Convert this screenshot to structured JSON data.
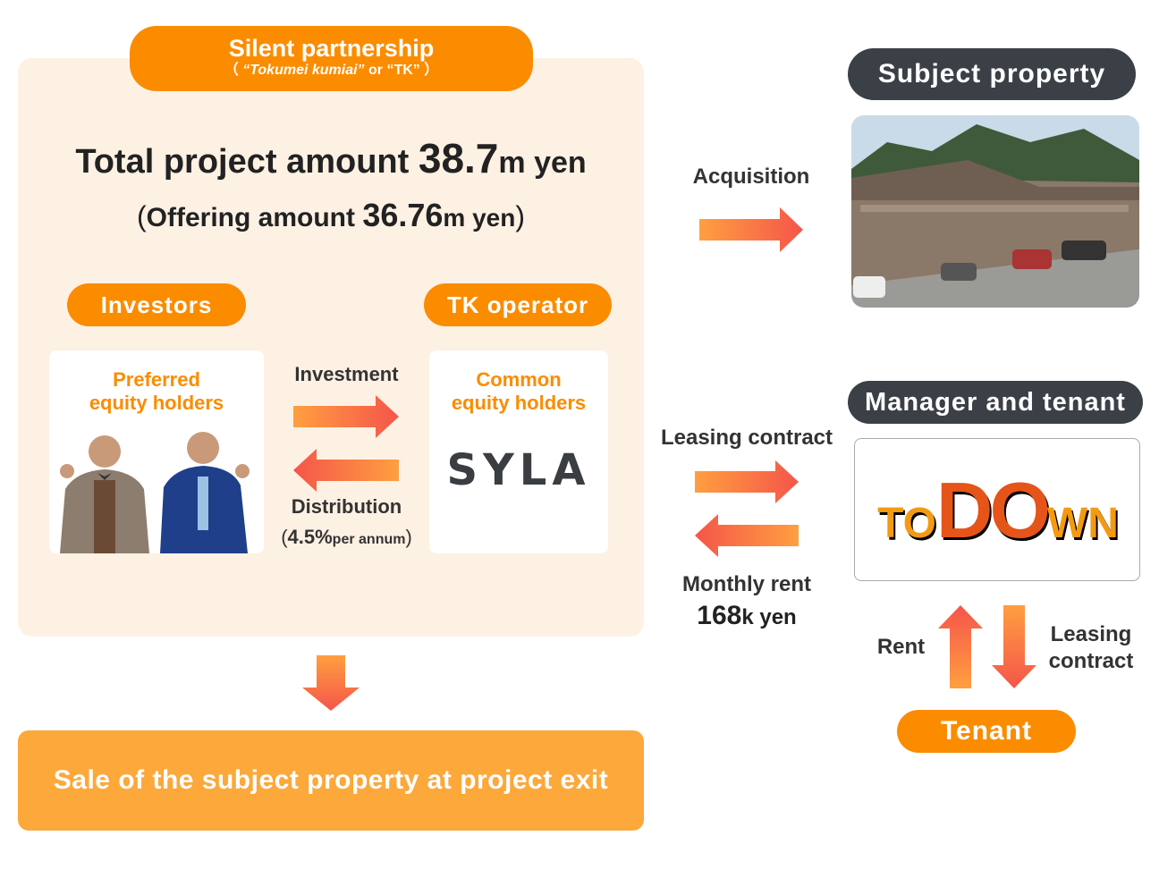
{
  "tk": {
    "title": "Silent partnership",
    "subtitle_open": "（ ",
    "subtitle_italic": "“Tokumei kumiai”",
    "subtitle_rest": " or “TK” ）"
  },
  "total": {
    "label": "Total project amount ",
    "value": "38.7",
    "unit": "m yen"
  },
  "offering": {
    "open": "(",
    "label": "Offering amount ",
    "value": "36.76",
    "unit": "m yen",
    "close": ")"
  },
  "investors": {
    "pill": "Investors",
    "box_title_1": "Preferred",
    "box_title_2": "equity holders"
  },
  "operator": {
    "pill": "TK operator",
    "box_title_1": "Common",
    "box_title_2": "equity holders",
    "logo": "SYLA"
  },
  "flows": {
    "investment": "Investment",
    "distribution": "Distribution",
    "rate_open": "(",
    "rate": "4.5%",
    "rate_unit": "per annum",
    "rate_close": ")",
    "acquisition": "Acquisition",
    "leasing_contract": "Leasing contract",
    "monthly_rent": "Monthly rent",
    "rent_value": "168",
    "rent_unit": "k yen",
    "rent": "Rent",
    "leasing_contract_2a": "Leasing",
    "leasing_contract_2b": "contract"
  },
  "property": {
    "pill": "Subject property"
  },
  "manager": {
    "pill": "Manager and tenant",
    "logo": "TODOWN"
  },
  "tenant": {
    "pill": "Tenant"
  },
  "exit": {
    "label": "Sale of the subject property at project exit"
  },
  "colors": {
    "orange": "#fb8c00",
    "dark": "#3b4047",
    "panel": "#fdf1e4",
    "exit": "#fca83a",
    "arrow_start": "#ff9f40",
    "arrow_end": "#f5554a"
  }
}
